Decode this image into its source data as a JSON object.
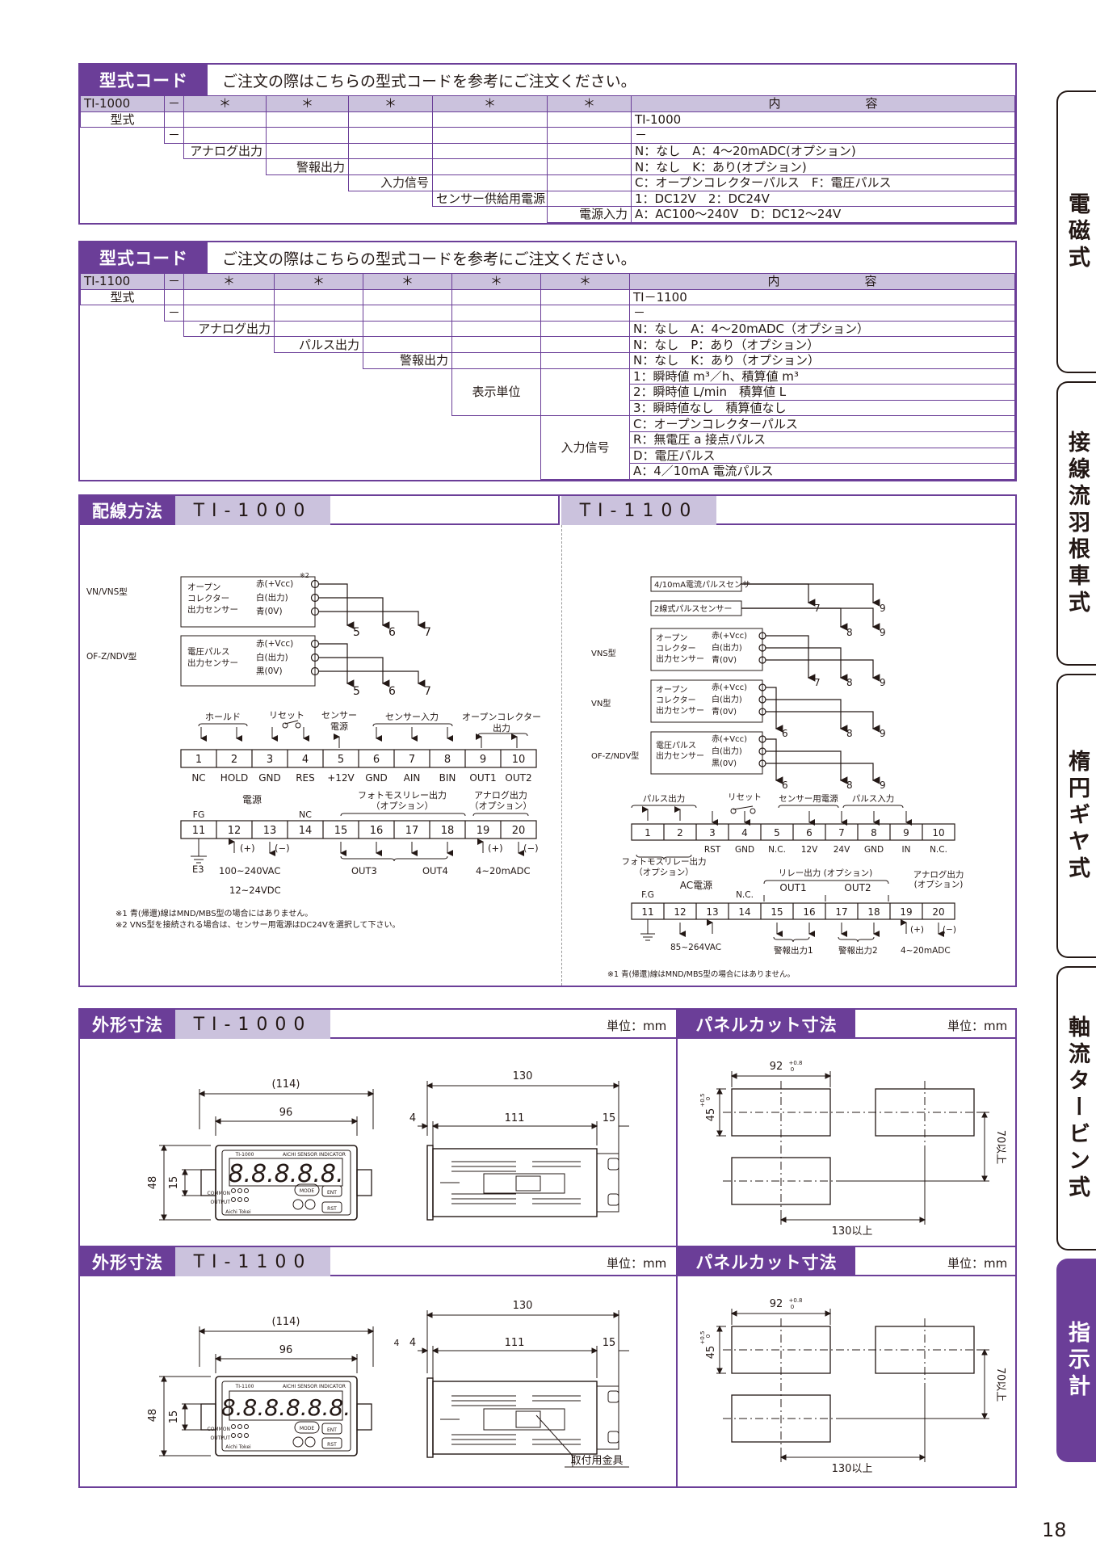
{
  "side_tabs": [
    "電磁式",
    "接線流羽根車式",
    "楕円ギヤ式",
    "軸流タービン式",
    "指示計"
  ],
  "page_number": "18",
  "model_code_ti1000": {
    "tag": "型式コード",
    "intro": "ご注文の際はこちらの型式コードを参考にご注文ください。",
    "header": [
      "TI-1000",
      "－",
      "＊",
      "＊",
      "＊",
      "＊",
      "＊",
      "内　　　　　　　容"
    ],
    "labels": [
      "型式",
      "－",
      "アナログ出力",
      "警報出力",
      "入力信号",
      "センサー供給用電源",
      "電源入力"
    ],
    "contents": [
      "TI-1000",
      "－",
      "N：なし　A：4～20mADC(オプション)",
      "N：なし　K：あり(オプション)",
      "C：オープンコレクターパルス　F：電圧パルス",
      "1：DC12V　2：DC24V",
      "A：AC100～240V　D：DC12～24V"
    ]
  },
  "model_code_ti1100": {
    "tag": "型式コード",
    "intro": "ご注文の際はこちらの型式コードを参考にご注文ください。",
    "header": [
      "TI-1100",
      "－",
      "＊",
      "＊",
      "＊",
      "＊",
      "＊",
      "内　　　　　　　容"
    ],
    "labels": [
      "型式",
      "－",
      "アナログ出力",
      "パルス出力",
      "警報出力",
      "表示単位",
      "入力信号"
    ],
    "contents": [
      "TI－1100",
      "－",
      "N：なし　A：4～20mADC（オプション）",
      "N：なし　P：あり（オプション）",
      "N：なし　K：あり（オプション）",
      "1：瞬時値 m³／h、積算値 m³",
      "2：瞬時値 L/min　積算値 L",
      "3：瞬時値なし　積算値なし",
      "C：オープンコレクターパルス",
      "R：無電圧 a 接点パルス",
      "D：電圧パルス",
      "A：4／10mA 電流パルス"
    ]
  },
  "wiring": {
    "tag": "配線方法",
    "model_left": "TI-1000",
    "model_right": "TI-1100",
    "left": {
      "vn_label": "VN/VNS型",
      "of_label": "OF-Z/NDV型",
      "sensor1": [
        "オープン",
        "コレクター",
        "出力センサー"
      ],
      "sensor1_wires": [
        "赤(+Vcc)",
        "白(出力)",
        "青(0V)"
      ],
      "sensor2": [
        "電圧パルス",
        "出力センサー"
      ],
      "sensor2_wires": [
        "赤(+Vcc)",
        "白(出力)",
        "黒(0V)"
      ],
      "note_mark": "※2",
      "targets": [
        "5",
        "6",
        "7"
      ],
      "groups_top": [
        "ホールド",
        "リセット",
        "センサー",
        "電源",
        "センサー入力",
        "オープンコレクター",
        "出力"
      ],
      "terms_top": [
        "1",
        "2",
        "3",
        "4",
        "5",
        "6",
        "7",
        "8",
        "9",
        "10"
      ],
      "names_top": [
        "NC",
        "HOLD",
        "GND",
        "RES",
        "+12V",
        "GND",
        "AIN",
        "BIN",
        "OUT1",
        "OUT2"
      ],
      "groups_bottom": [
        "FG",
        "電源",
        "NC",
        "フォトモスリレー出力",
        "（オプション）",
        "アナログ出力",
        "（オプション）"
      ],
      "terms_bottom": [
        "11",
        "12",
        "13",
        "14",
        "15",
        "16",
        "17",
        "18",
        "19",
        "20"
      ],
      "names_bottom": [
        "E3",
        "(+)",
        "(−)",
        "100~240VAC",
        "12~24VDC",
        "OUT3",
        "OUT4",
        "(+)",
        "(−)",
        "4~20mADC"
      ],
      "notes": [
        "※1 青(帰還)線はMND/MBS型の場合にはありません。",
        "※2 VNS型を接続される場合は、センサー用電源はDC24Vを選択して下さい。"
      ]
    },
    "right": {
      "box1": "4/10mA電流パルスセンサー",
      "box2": "2線式パルスセンサー",
      "vns_label": "VNS型",
      "vn_label": "VN型",
      "of_label": "OF-Z/NDV型",
      "oc_sensor": [
        "オープン",
        "コレクター",
        "出力センサー"
      ],
      "oc_wires": [
        "赤(+Vcc)",
        "白(出力)",
        "青(0V)"
      ],
      "v_sensor": [
        "電圧パルス",
        "出力センサー"
      ],
      "v_wires": [
        "赤(+Vcc)",
        "白(出力)",
        "黒(0V)"
      ],
      "targets": [
        "6",
        "7",
        "8",
        "9"
      ],
      "groups_top": [
        "パルス出力",
        "リセット",
        "センサー用電源",
        "パルス入力"
      ],
      "terms_top": [
        "1",
        "2",
        "3",
        "4",
        "5",
        "6",
        "7",
        "8",
        "9",
        "10"
      ],
      "names_top": [
        "RST",
        "GND",
        "N.C.",
        "12V",
        "24V",
        "GND",
        "IN",
        "N.C."
      ],
      "relay_caption": [
        "フォトモスリレー出力",
        "（オプション）"
      ],
      "groups_bottom": [
        "F.G",
        "AC電源",
        "N.C.",
        "リレー出力 (オプション)",
        "OUT1",
        "OUT2",
        "アナログ出力",
        "(オプション)"
      ],
      "terms_bottom": [
        "11",
        "12",
        "13",
        "14",
        "15",
        "16",
        "17",
        "18",
        "19",
        "20"
      ],
      "names_bottom": [
        "85~264VAC",
        "警報出力1",
        "警報出力2",
        "(+)",
        "(−)",
        "4~20mADC"
      ],
      "note": "※1 青(帰還)線はMND/MBS型の場合にはありません。"
    }
  },
  "dims_ti1000": {
    "tag": "外形寸法",
    "model": "TI-1000",
    "unit": "単位：mm",
    "dims": [
      "(114)",
      "96",
      "48",
      "15",
      "130",
      "4",
      "111",
      "15"
    ],
    "device_model": "TI-1000",
    "device_brand": "AICHI SENSOR INDICATOR",
    "display": "8.8.8.8.8.",
    "keys": [
      "MODE",
      "ENT",
      "RST"
    ],
    "side_marks": [
      "COMMON",
      "OUTPUT"
    ],
    "maker": "Aichi Tokei"
  },
  "panel_ti1000": {
    "tag": "パネルカット寸法",
    "unit": "単位：mm",
    "dims": [
      "92",
      "+0.8",
      "0",
      "45",
      "+0.5",
      "0",
      "70以上",
      "130以上"
    ]
  },
  "dims_ti1100": {
    "tag": "外形寸法",
    "model": "TI-1100",
    "unit": "単位：mm",
    "dims": [
      "(114)",
      "96",
      "48",
      "15",
      "130",
      "4",
      "4",
      "111",
      "15"
    ],
    "device_model": "TI-1100",
    "device_brand": "AICHI SENSOR INDICATOR",
    "display": "8.8.8.8.8.8.",
    "keys": [
      "MODE",
      "ENT",
      "RST"
    ],
    "side_marks": [
      "COMMON",
      "OUTPUT"
    ],
    "maker": "Aichi Tokei",
    "callout": "取付用金具"
  },
  "panel_ti1100": {
    "tag": "パネルカット寸法",
    "unit": "単位：mm",
    "dims": [
      "92",
      "+0.8",
      "0",
      "45",
      "+0.5",
      "0",
      "70以上",
      "130以上"
    ]
  }
}
